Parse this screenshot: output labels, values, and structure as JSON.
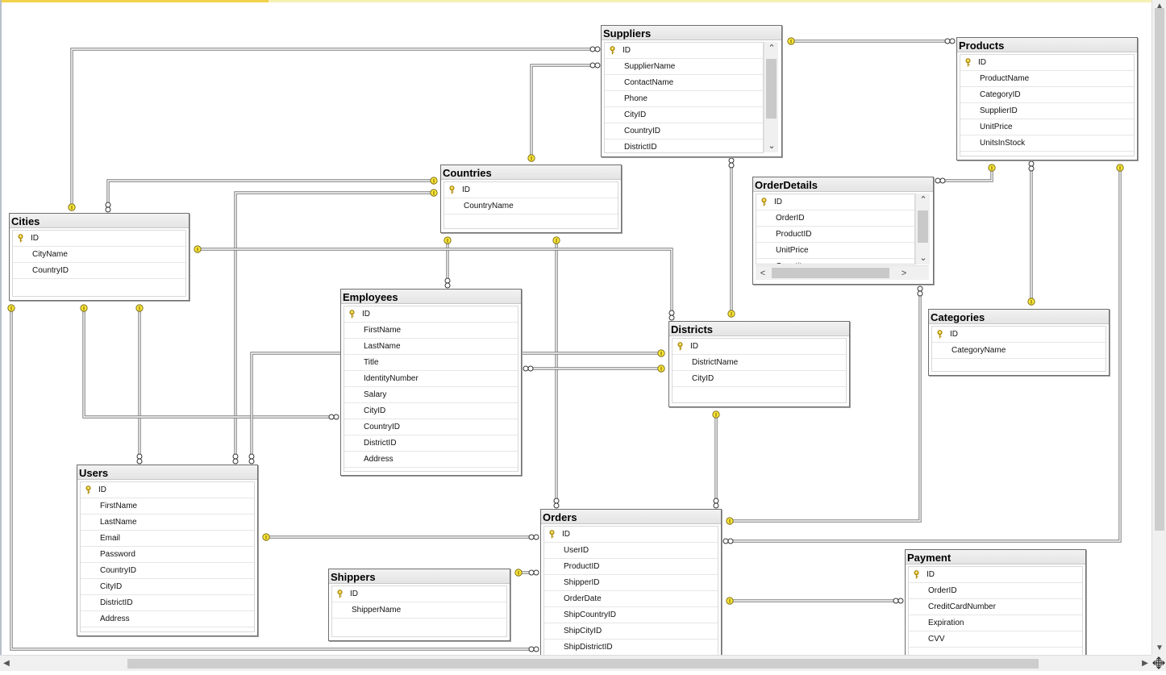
{
  "diagram": {
    "tables": [
      {
        "id": "suppliers",
        "name": "Suppliers",
        "columns": [
          "ID",
          "SupplierName",
          "ContactName",
          "Phone",
          "CityID",
          "CountryID",
          "DistrictID"
        ],
        "pk": [
          "ID"
        ],
        "vscroll": true
      },
      {
        "id": "products",
        "name": "Products",
        "columns": [
          "ID",
          "ProductName",
          "CategoryID",
          "SupplierID",
          "UnitPrice",
          "UnitsInStock"
        ],
        "pk": [
          "ID"
        ]
      },
      {
        "id": "countries",
        "name": "Countries",
        "columns": [
          "ID",
          "CountryName"
        ],
        "pk": [
          "ID"
        ]
      },
      {
        "id": "orderdetails",
        "name": "OrderDetails",
        "columns": [
          "ID",
          "OrderID",
          "ProductID",
          "UnitPrice",
          "Quantity"
        ],
        "pk": [
          "ID"
        ],
        "vscroll": true,
        "hscroll": true
      },
      {
        "id": "cities",
        "name": "Cities",
        "columns": [
          "ID",
          "CityName",
          "CountryID"
        ],
        "pk": [
          "ID"
        ]
      },
      {
        "id": "employees",
        "name": "Employees",
        "columns": [
          "ID",
          "FirstName",
          "LastName",
          "Title",
          "IdentityNumber",
          "Salary",
          "CityID",
          "CountryID",
          "DistrictID",
          "Address"
        ],
        "pk": [
          "ID"
        ]
      },
      {
        "id": "districts",
        "name": "Districts",
        "columns": [
          "ID",
          "DistrictName",
          "CityID"
        ],
        "pk": [
          "ID"
        ]
      },
      {
        "id": "categories",
        "name": "Categories",
        "columns": [
          "ID",
          "CategoryName"
        ],
        "pk": [
          "ID"
        ]
      },
      {
        "id": "users",
        "name": "Users",
        "columns": [
          "ID",
          "FirstName",
          "LastName",
          "Email",
          "Password",
          "CountryID",
          "CityID",
          "DistrictID",
          "Address"
        ],
        "pk": [
          "ID"
        ]
      },
      {
        "id": "orders",
        "name": "Orders",
        "columns": [
          "ID",
          "UserID",
          "ProductID",
          "ShipperID",
          "OrderDate",
          "ShipCountryID",
          "ShipCityID",
          "ShipDistrictID"
        ],
        "pk": [
          "ID"
        ]
      },
      {
        "id": "shippers",
        "name": "Shippers",
        "columns": [
          "ID",
          "ShipperName"
        ],
        "pk": [
          "ID"
        ]
      },
      {
        "id": "payment",
        "name": "Payment",
        "columns": [
          "ID",
          "OrderID",
          "CreditCardNumber",
          "Expiration",
          "CVV"
        ],
        "pk": [
          "ID"
        ]
      }
    ],
    "relationships": [
      {
        "id": "cities-suppliers",
        "one": "Cities",
        "many": "Suppliers"
      },
      {
        "id": "countries-suppliers",
        "one": "Countries",
        "many": "Suppliers"
      },
      {
        "id": "suppliers-products",
        "one": "Suppliers",
        "many": "Products"
      },
      {
        "id": "districts-suppliers",
        "one": "Districts",
        "many": "Suppliers"
      },
      {
        "id": "products-orderdetails",
        "one": "Products",
        "many": "OrderDetails"
      },
      {
        "id": "categories-products",
        "one": "Categories",
        "many": "Products"
      },
      {
        "id": "countries-cities",
        "one": "Countries",
        "many": "Cities"
      },
      {
        "id": "countries-users",
        "one": "Countries",
        "many": "Users"
      },
      {
        "id": "countries-employees",
        "one": "Countries",
        "many": "Employees"
      },
      {
        "id": "countries-orders",
        "one": "Countries",
        "many": "Orders"
      },
      {
        "id": "cities-districts",
        "one": "Cities",
        "many": "Districts"
      },
      {
        "id": "cities-users",
        "one": "Cities",
        "many": "Users"
      },
      {
        "id": "cities-employees",
        "one": "Cities",
        "many": "Employees"
      },
      {
        "id": "cities-orders",
        "one": "Cities",
        "many": "Orders"
      },
      {
        "id": "districts-users",
        "one": "Districts",
        "many": "Users"
      },
      {
        "id": "districts-employees",
        "one": "Districts",
        "many": "Employees"
      },
      {
        "id": "districts-orders",
        "one": "Districts",
        "many": "Orders"
      },
      {
        "id": "users-orders",
        "one": "Users",
        "many": "Orders"
      },
      {
        "id": "shippers-orders",
        "one": "Shippers",
        "many": "Orders"
      },
      {
        "id": "orders-orderdetails",
        "one": "Orders",
        "many": "OrderDetails"
      },
      {
        "id": "products-orders",
        "one": "Products",
        "many": "Orders"
      },
      {
        "id": "orders-payment",
        "one": "Orders",
        "many": "Payment"
      }
    ]
  },
  "colors": {
    "connector_line": "#7a7a7a",
    "one_end_fill": "#f7e43a",
    "many_end_stroke": "#333333",
    "top_tab_active": "#f2d24a"
  },
  "icons": {
    "primary_key": "key-icon",
    "scroll_up": "chevron-up-icon",
    "scroll_down": "chevron-down-icon",
    "scroll_left": "chevron-left-icon",
    "scroll_right": "chevron-right-icon"
  }
}
